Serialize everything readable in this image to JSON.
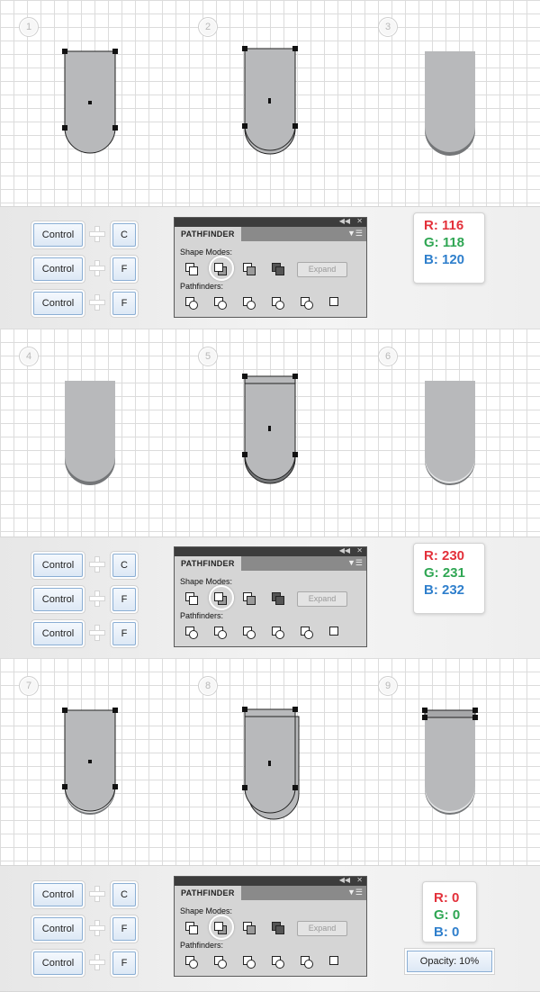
{
  "steps": [
    "1",
    "2",
    "3",
    "4",
    "5",
    "6",
    "7",
    "8",
    "9"
  ],
  "keys": {
    "control": "Control",
    "c": "C",
    "f": "F"
  },
  "panels": [
    {
      "title": "PATHFINDER",
      "shape_modes": "Shape Modes:",
      "expand": "Expand",
      "pathfinders": "Pathfinders:"
    },
    {
      "title": "PATHFINDER",
      "shape_modes": "Shape Modes:",
      "expand": "Expand",
      "pathfinders": "Pathfinders:"
    },
    {
      "title": "PATHFINDER",
      "shape_modes": "Shape Modes:",
      "expand": "Expand",
      "pathfinders": "Pathfinders:"
    }
  ],
  "colors": [
    {
      "r": "R: 116",
      "g": "G: 118",
      "b": "B: 120"
    },
    {
      "r": "R: 230",
      "g": "G: 231",
      "b": "B: 232"
    },
    {
      "r": "R: 0",
      "g": "G: 0",
      "b": "B: 0"
    }
  ],
  "opacity": "Opacity: 10%",
  "theme": {
    "shape_fill": "#b8b9bb",
    "shadow_dark": "#747678",
    "highlight_light": "#e6e7e8",
    "key_border": "#8aaed4"
  }
}
